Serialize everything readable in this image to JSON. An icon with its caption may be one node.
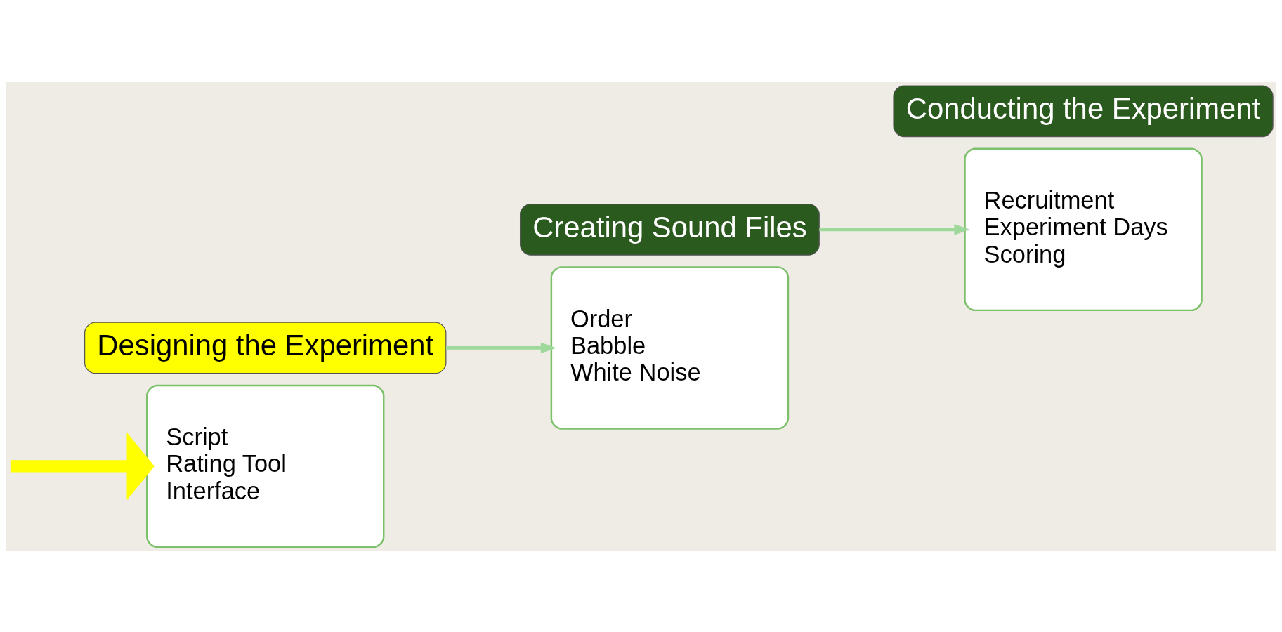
{
  "diagram": {
    "nodes": [
      {
        "text": [
          "Script",
          "Rating Tool",
          "Interface"
        ]
      },
      {
        "text": [
          "Designing the Experiment"
        ]
      },
      {
        "text": [
          "Order",
          "Babble",
          "White Noise"
        ]
      },
      {
        "text": [
          "Creating Sound Files"
        ]
      },
      {
        "text": [
          "Recruitment",
          "Experiment Days",
          "Scoring"
        ]
      },
      {
        "text": [
          "Conducting the Experiment"
        ]
      }
    ],
    "edges": [
      {
        "from": null,
        "to": 0,
        "arrow": "to",
        "style": "thick",
        "color": "#ffff00"
      },
      {
        "from": 1,
        "to": 2,
        "arrow": "to"
      },
      {
        "from": 3,
        "to": 4,
        "arrow": "to"
      }
    ]
  }
}
